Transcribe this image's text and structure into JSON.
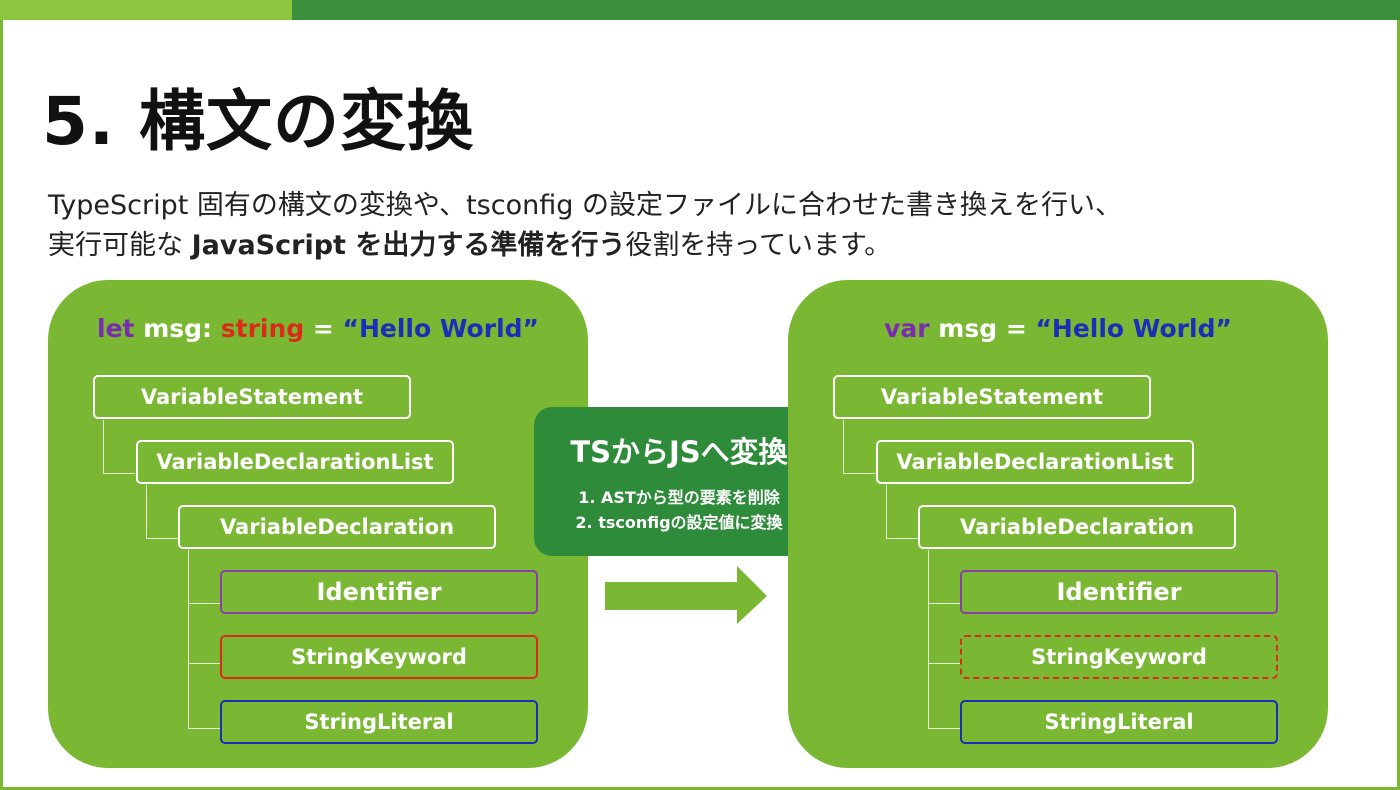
{
  "slide": {
    "title": "5. 構文の変換",
    "description": {
      "line1": "TypeScript 固有の構文の変換や、tsconfig の設定ファイルに合わせた書き換えを行い、",
      "line2_pre": "実行可能な ",
      "line2_bold": "JavaScript を出力する準備を行う",
      "line2_post": "役割を持っています。"
    }
  },
  "left_panel": {
    "code": {
      "keyword": "let",
      "name": " msg",
      "colon": ": ",
      "type": "string",
      "equals": " = ",
      "value": "“Hello World”"
    },
    "nodes": {
      "statement": "VariableStatement",
      "decl_list": "VariableDeclarationList",
      "declaration": "VariableDeclaration",
      "identifier": "Identifier",
      "keyword": "StringKeyword",
      "literal": "StringLiteral"
    }
  },
  "right_panel": {
    "code": {
      "keyword": "var",
      "name": " msg",
      "equals": " = ",
      "value": "“Hello World”"
    },
    "nodes": {
      "statement": "VariableStatement",
      "decl_list": "VariableDeclarationList",
      "declaration": "VariableDeclaration",
      "identifier": "Identifier",
      "keyword": "StringKeyword",
      "literal": "StringLiteral"
    }
  },
  "transform": {
    "title": "TSからJSへ変換",
    "step1": "1. ASTから型の要素を削除",
    "step2": "2. tsconfigの設定値に変換"
  },
  "colors": {
    "panel_green": "#7ab833",
    "dark_green": "#2e8b3a",
    "topbar_dark": "#3a8f3a",
    "keyword_purple": "#7b2bb0",
    "type_red": "#d92d1a",
    "string_blue": "#1a2fb8",
    "arrow_green": "#7ab833"
  },
  "icons": {
    "arrow": "right-arrow-icon"
  }
}
